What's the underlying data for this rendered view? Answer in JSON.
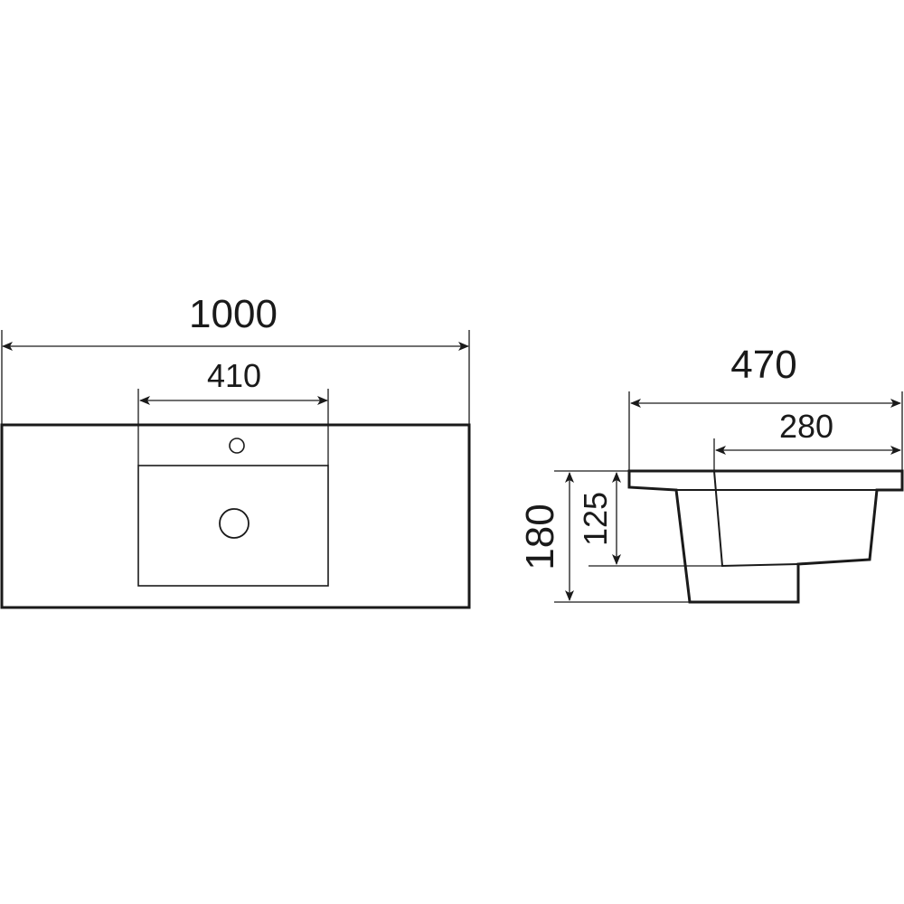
{
  "front_view": {
    "width_label": "1000",
    "basin_width_label": "410"
  },
  "side_view": {
    "depth_label": "470",
    "basin_depth_label": "280",
    "height_label": "180",
    "basin_height_label": "125"
  },
  "colors": {
    "line": "#1a1a1a",
    "background": "#ffffff"
  }
}
